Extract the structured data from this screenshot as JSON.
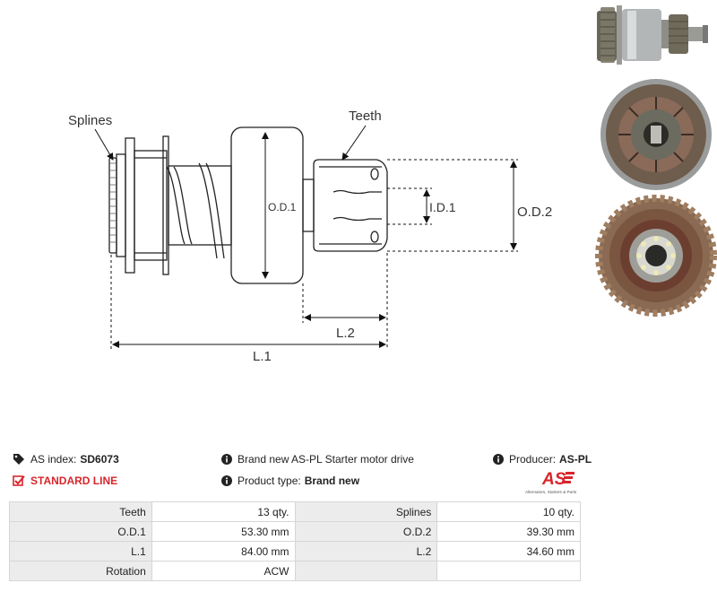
{
  "diagram": {
    "labels": {
      "splines": "Splines",
      "teeth": "Teeth",
      "od1": "O.D.1",
      "od2": "O.D.2",
      "id1": "I.D.1",
      "l1": "L.1",
      "l2": "L.2"
    }
  },
  "info": {
    "as_index_label": "AS index:",
    "as_index_value": "SD6073",
    "line_label": "STANDARD LINE",
    "description": "Brand new AS-PL Starter motor drive",
    "product_type_label": "Product type:",
    "product_type_value": "Brand new",
    "producer_label": "Producer:",
    "producer_value": "AS-PL",
    "logo_text": "AS",
    "logo_tagline": "Alternators, Starters & Parts"
  },
  "colors": {
    "accent_red": "#d7262b",
    "table_label_bg": "#ececec",
    "table_border": "#d6d6d6"
  },
  "specs": [
    {
      "l1": "Teeth",
      "v1": "13 qty.",
      "l2": "Splines",
      "v2": "10 qty."
    },
    {
      "l1": "O.D.1",
      "v1": "53.30 mm",
      "l2": "O.D.2",
      "v2": "39.30 mm"
    },
    {
      "l1": "L.1",
      "v1": "84.00 mm",
      "l2": "L.2",
      "v2": "34.60 mm"
    },
    {
      "l1": "Rotation",
      "v1": "ACW",
      "l2": "",
      "v2": ""
    }
  ]
}
